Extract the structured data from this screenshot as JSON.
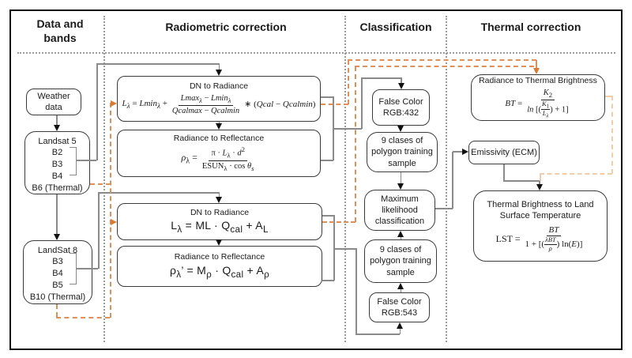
{
  "header": {
    "col1": "Data and bands",
    "col2": "Radiometric correction",
    "col3": "Classification",
    "col4": "Thermal correction"
  },
  "colors": {
    "orange_dash": "#dd9059",
    "orange_light_dash": "#f1cdaa",
    "gray_line": "#8a8a8a",
    "box_border": "#3a3a3a"
  },
  "boxes": {
    "weather": {
      "label": "Weather data"
    },
    "landsat5": {
      "title": "Landsat 5",
      "bands": [
        "B2",
        "B3",
        "B4"
      ],
      "thermal": "B6 (Thermal)"
    },
    "landsat8": {
      "title": "LandSat 8",
      "bands": [
        "B3",
        "B4",
        "B5"
      ],
      "thermal": "B10 (Thermal)"
    },
    "l5_dn": {
      "title": "DN to Radiance",
      "lhs": "<i>L<sub>λ</sub></i> = <i>Lmin<sub>λ</sub></i> +",
      "num": "<i>Lmax<sub>λ</sub></i> − <i>Lmin<sub>λ</sub></i>",
      "den": "<i>Qcalmax</i> − <i>Qcalmin</i>",
      "rhs": "∗ (<i>Qcal</i> − <i>Qcalmin</i>)"
    },
    "l5_refl": {
      "title": "Radiance to Reflectance",
      "lhs": "<i>ρ</i><sub>λ</sub> =",
      "num": "π · <i>L</i><sub>λ</sub> · <i>d</i><sup>2</sup>",
      "den": "ESUN<sub>λ</sub> · cos <i>θ<sub>s</sub></i>"
    },
    "l8_dn": {
      "title": "DN to Radiance",
      "formula": "L<sub>λ</sub> = ML · Q<sub>cal</sub> + A<sub>L</sub>"
    },
    "l8_refl": {
      "title": "Radiance to Reflectance",
      "formula": "ρ<sub>λ</sub>&#8217; = M<sub>ρ</sub> · Q<sub>cal</sub> + A<sub>ρ</sub>"
    },
    "fc432": {
      "label": "False Color RGB:432"
    },
    "classes1": {
      "label": "9 clases of polygon training sample"
    },
    "maxlike": {
      "label": "Maximum likelihood classification"
    },
    "classes2": {
      "label": "9 clases of polygon training sample"
    },
    "fc543": {
      "label": "False Color RGB:543"
    },
    "bt": {
      "title": "Radiance to Thermal Brightness",
      "lhs": "<i>BT</i> =",
      "num": "<i>K</i><sub>2</sub>",
      "den": "<i>ln</i> [(<span class='mfrac'><span><i>K</i><sub>1</sub></span><span><i>L<sub>λ</sub></i></span></span>) + 1]"
    },
    "emissivity": {
      "label": "Emissivity (ECM)"
    },
    "lst": {
      "title": "Thermal Brightness to Land Surface Temperature",
      "lhs": "LST =",
      "num": "<i>BT</i>",
      "den": "1 + [(<span class='mfrac'><span><i>λBT</i></span><span><i>ρ</i></span></span>) ln(<i>E</i>)]"
    }
  }
}
